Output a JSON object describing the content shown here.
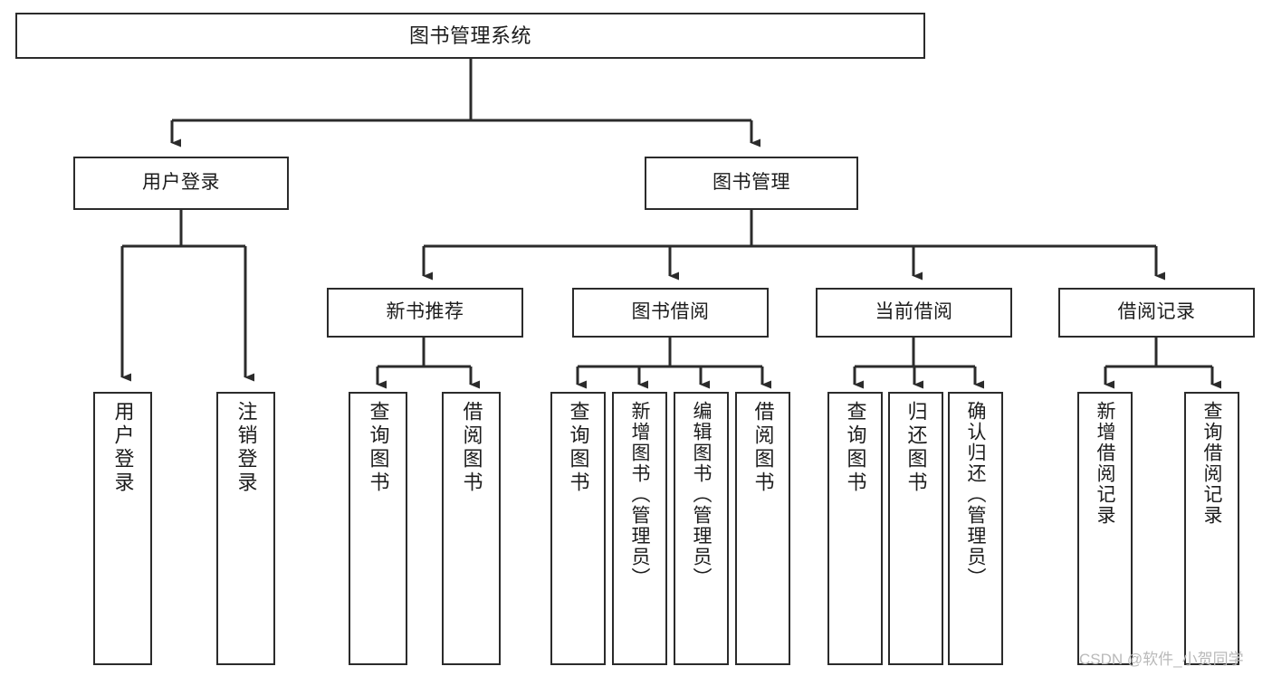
{
  "diagram": {
    "type": "tree-hierarchy",
    "title": "图书管理系统",
    "orientation": "top-down",
    "watermark": "CSDN @软件_小贺同学",
    "colors": {
      "background": "#ffffff",
      "box_border": "#2b2b2b",
      "box_fill": "#ffffff",
      "text": "#1c1c1c",
      "connector": "#2b2b2b",
      "watermark": "#b9b9b9"
    }
  },
  "root": {
    "label": "图书管理系统"
  },
  "level2": [
    {
      "label": "用户登录"
    },
    {
      "label": "图书管理"
    }
  ],
  "level3": [
    {
      "label": "新书推荐"
    },
    {
      "label": "图书借阅"
    },
    {
      "label": "当前借阅"
    },
    {
      "label": "借阅记录"
    }
  ],
  "leaves": {
    "user_login": [
      {
        "label": "用户登录"
      },
      {
        "label": "注销登录"
      }
    ],
    "new_book_recommend": [
      {
        "label": "查询图书"
      },
      {
        "label": "借阅图书"
      }
    ],
    "book_borrow": [
      {
        "label": "查询图书"
      },
      {
        "label": "新增图书（管理员）"
      },
      {
        "label": "编辑图书（管理员）"
      },
      {
        "label": "借阅图书"
      }
    ],
    "current_borrow": [
      {
        "label": "查询图书"
      },
      {
        "label": "归还图书"
      },
      {
        "label": "确认归还（管理员）"
      }
    ],
    "borrow_records": [
      {
        "label": "新增借阅记录"
      },
      {
        "label": "查询借阅记录"
      }
    ]
  }
}
